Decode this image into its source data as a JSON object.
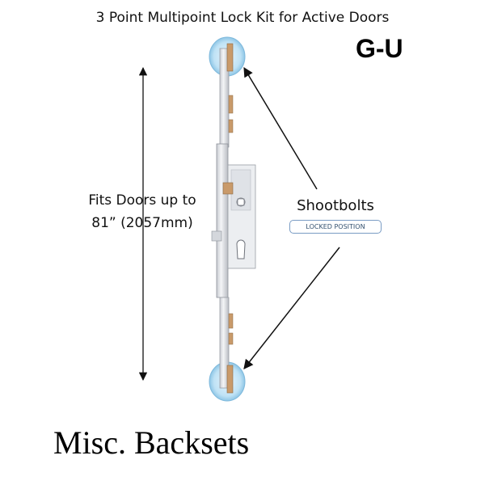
{
  "title": "3 Point Multipoint Lock Kit for Active Doors",
  "brand": "G-U",
  "height_note": {
    "line1": "Fits Doors up to",
    "line2": "81” (2057mm)"
  },
  "shootbolts": {
    "label": "Shootbolts",
    "badge": "LOCKED POSITION"
  },
  "caption": "Misc. Backsets",
  "colors": {
    "text": "#111111",
    "brass": "#c99a6a",
    "steel": "#e8eaee",
    "highlight": "#9fd0ec",
    "badge_border": "#7a9cc4"
  }
}
